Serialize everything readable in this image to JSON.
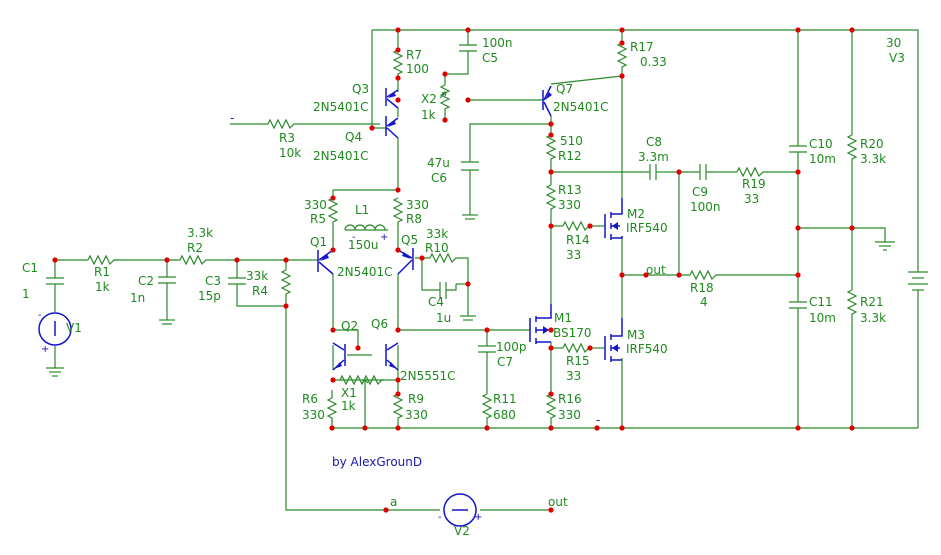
{
  "credit": "by AlexGrounD",
  "components": {
    "C1": {
      "name": "C1",
      "value": "1"
    },
    "V1": {
      "name": "V1"
    },
    "R1": {
      "name": "R1",
      "value": "1k"
    },
    "C2": {
      "name": "C2",
      "value": "1n"
    },
    "R2": {
      "name": "R2",
      "value": "3.3k"
    },
    "C3": {
      "name": "C3",
      "value": "15p"
    },
    "R4": {
      "name": "R4",
      "value": "33k"
    },
    "R3": {
      "name": "R3",
      "value": "10k"
    },
    "Q1": {
      "name": "Q1",
      "value": "2N5401C"
    },
    "Q3": {
      "name": "Q3",
      "value": "2N5401C"
    },
    "Q4": {
      "name": "Q4",
      "value": "2N5401C"
    },
    "R7": {
      "name": "R7",
      "value": "100"
    },
    "X2": {
      "name": "X2",
      "value": "1k"
    },
    "C5": {
      "name": "C5",
      "value": "100n"
    },
    "Q7": {
      "name": "Q7",
      "value": "2N5401C"
    },
    "R17": {
      "name": "R17",
      "value": "0.33"
    },
    "R5": {
      "name": "R5",
      "value": "330"
    },
    "L1": {
      "name": "L1",
      "value": "150u"
    },
    "R8": {
      "name": "R8",
      "value": "330"
    },
    "Q5": {
      "name": "Q5"
    },
    "R10": {
      "name": "R10",
      "value": "33k"
    },
    "C4": {
      "name": "C4",
      "value": "1u"
    },
    "C6": {
      "name": "C6",
      "value": "47u"
    },
    "R12": {
      "name": "R12",
      "value": "510"
    },
    "R13": {
      "name": "R13",
      "value": "330"
    },
    "R14": {
      "name": "R14",
      "value": "33"
    },
    "M2": {
      "name": "M2",
      "value": "IRF540"
    },
    "C8": {
      "name": "C8",
      "value": "3.3m"
    },
    "C9": {
      "name": "C9",
      "value": "100n"
    },
    "R19": {
      "name": "R19",
      "value": "33"
    },
    "C10": {
      "name": "C10",
      "value": "10m"
    },
    "R20": {
      "name": "R20",
      "value": "3.3k"
    },
    "V3": {
      "name": "V3",
      "value": "30"
    },
    "R18": {
      "name": "R18",
      "value": "4"
    },
    "C11": {
      "name": "C11",
      "value": "10m"
    },
    "R21": {
      "name": "R21",
      "value": "3.3k"
    },
    "Q2": {
      "name": "Q2"
    },
    "Q6": {
      "name": "Q6",
      "value": "2N5551C"
    },
    "X1": {
      "name": "X1",
      "value": "1k"
    },
    "R6": {
      "name": "R6",
      "value": "330"
    },
    "R9": {
      "name": "R9",
      "value": "330"
    },
    "C7": {
      "name": "C7",
      "value": "100p"
    },
    "R11": {
      "name": "R11",
      "value": "680"
    },
    "M1": {
      "name": "M1",
      "value": "BS170"
    },
    "R15": {
      "name": "R15",
      "value": "33"
    },
    "M3": {
      "name": "M3",
      "value": "IRF540"
    },
    "R16": {
      "name": "R16",
      "value": "330"
    },
    "V2": {
      "name": "V2"
    }
  },
  "nets": {
    "out": "out",
    "a": "a"
  },
  "marks": {
    "minus": "-",
    "plus": "+"
  }
}
